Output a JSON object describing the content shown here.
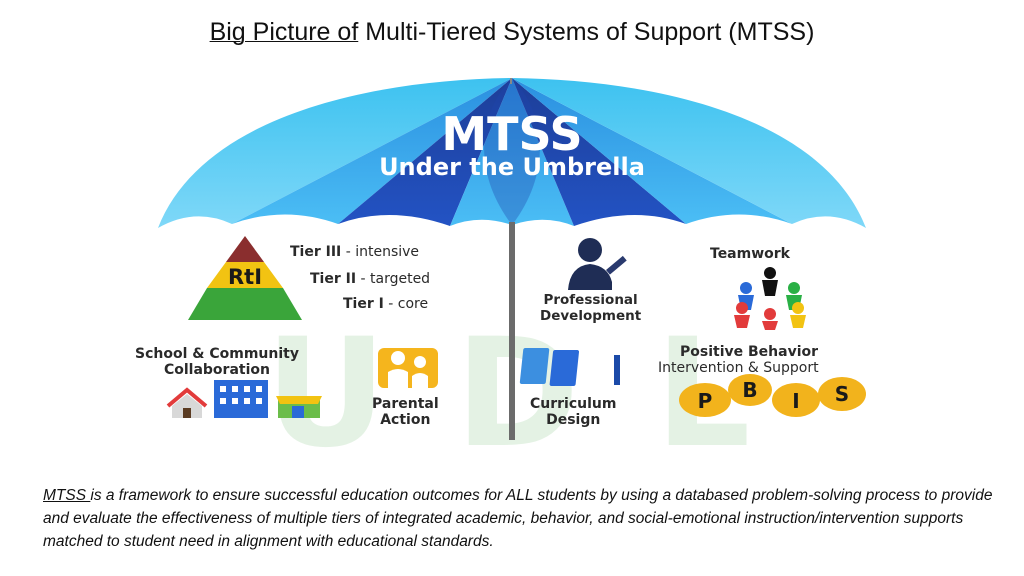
{
  "title": {
    "part1": "Big Picture of",
    "part2": "Multi-Tiered Systems of Support (MTSS)"
  },
  "umbrella": {
    "heading": "MTSS",
    "subheading": "Under the Umbrella"
  },
  "watermark": {
    "letters": [
      "U",
      "D",
      "L"
    ],
    "color": "#cfe8cf"
  },
  "rti": {
    "label": "RtI",
    "tiers": [
      {
        "name": "Tier III",
        "desc": " - intensive",
        "color": "#8a2e2e"
      },
      {
        "name": "Tier II",
        "desc": " - targeted",
        "color": "#f2c312"
      },
      {
        "name": "Tier I",
        "desc": " - core",
        "color": "#3aa53a"
      }
    ]
  },
  "items": {
    "professional_development": "Professional\nDevelopment",
    "teamwork": "Teamwork",
    "school_community": "School & Community\nCollaboration",
    "parental_action": "Parental\nAction",
    "curriculum_design": "Curriculum\nDesign",
    "pbis_title": "Positive Behavior",
    "pbis_subtitle": "Intervention & Support",
    "pbis_letters": [
      "P",
      "B",
      "I",
      "S"
    ]
  },
  "colors": {
    "umbrella_dark": "#1c3f9a",
    "umbrella_light": "#2fa6ea",
    "pbis_yellow": "#f2b31c",
    "parent_yellow": "#f5b51d"
  },
  "footer": {
    "lead": "MTSS ",
    "text": "is a framework to ensure successful education outcomes for ALL students by using a databased problem-solving process to provide and evaluate the effectiveness of multiple tiers of integrated academic, behavior, and social-emotional instruction/intervention supports matched to student need in alignment with educational standards."
  }
}
